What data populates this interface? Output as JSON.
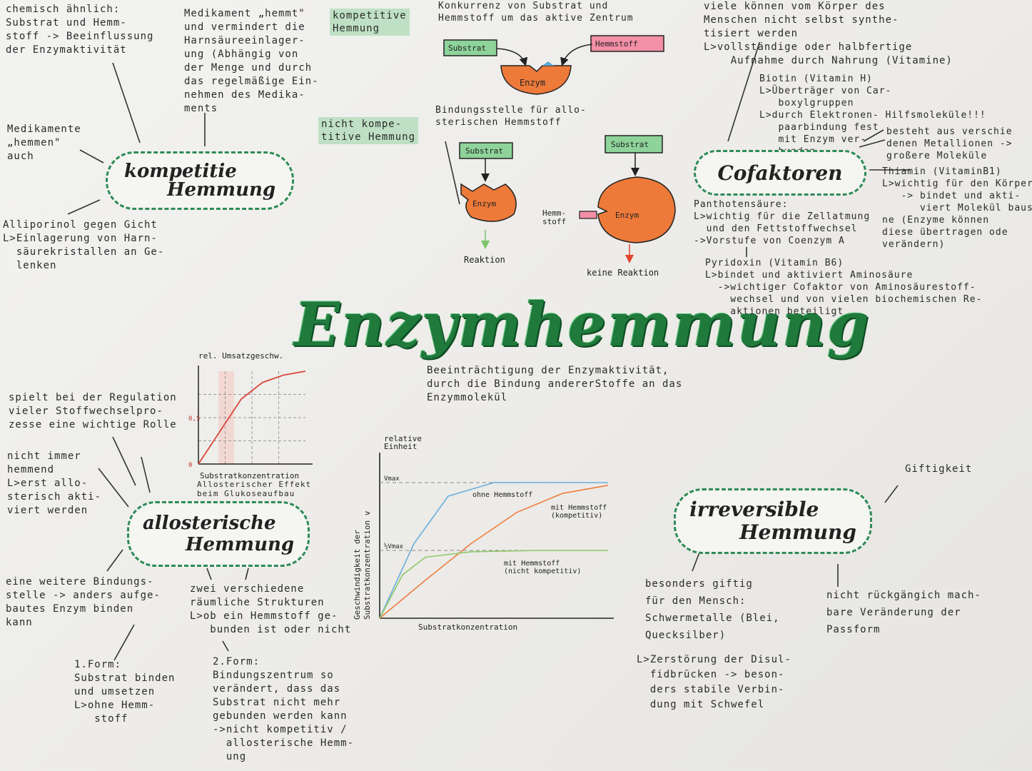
{
  "title": "Enzymhemmung",
  "subtitle": "Beeinträchtigung der Enzymaktivität,\ndurch die Bindung andererStoffe an das\nEnzymmolekül",
  "competitive": {
    "heading1": "kompetitie",
    "heading2": "Hemmung",
    "note_similar": "chemisch ähnlich:\nSubstrat und Hemm-\nstoff -> Beeinflussung\nder Enzymaktivität",
    "note_drug": "Medikament „hemmt\"\nund vermindert die\nHarnsäureeinlager-\nung (Abhängig von\nder Menge und durch\ndas regelmäßige Ein-\nnehmen des Medika-\nments",
    "note_meds": "Medikamente\n„hemmen\"\nauch",
    "note_gout": "Alliporinol gegen Gicht\nL>Einlagerung von Harn-\n  säurekristallen an Ge-\n  lenken",
    "label_comp": "kompetitive\nHemmung",
    "label_noncomp": "nicht kompe-\ntitive Hemmung",
    "competition_text": "Konkurrenz von Substrat und\nHemmstoff um das aktive Zentrum",
    "allo_site_text": "Bindungsstelle für allo-\nsterischen Hemmstoff"
  },
  "diagram": {
    "substrat": "Substrat",
    "hemmstoff": "Hemmstoff",
    "enzym": "Enzym",
    "hemmstoff_split": "Hemm-\nstoff",
    "reaktion": "Reaktion",
    "keine_reaktion": "keine Reaktion"
  },
  "cofactors": {
    "heading": "Cofaktoren",
    "intro": "viele können vom Körper des\nMenschen nicht selbst synthe-\ntisiert werden\nL>vollständige oder halbfertige\n    Aufnahme durch Nahrung (Vitamine)",
    "biotin": "Biotin (Vitamin H)\nL>Überträger von Car-\n   boxylgruppen\nL>durch Elektronen- Hilfsmoleküle!!!\n   paarbindung fest\n   mit Enzym ver-\n   bunden",
    "metal": "besteht aus verschie\ndenen Metallionen ->\ngroßere Moleküle",
    "thiamin": "Thiamin (VitaminB1)\nL>wichtig für den Körper\n   -> bindet und akti-\n      viert Molekül baustei\nne (Enzyme können\ndiese übertragen ode\nverändern)",
    "panto": "Panthotensäure:\nL>wichtig für die Zellatmung\n  und den Fettstoffwechsel\n->Vorstufe von Coenzym A",
    "pyridoxin": "Pyridoxin (Vitamin B6)\nL>bindet und aktiviert Aminosäure\n  ->wichtiger Cofaktor von Aminosäurestoff-\n    wechsel und von vielen biochemischen Re-\n    aktionen beteiligt"
  },
  "allosteric": {
    "heading1": "allosterische",
    "heading2": "Hemmung",
    "note_reg": "spielt bei der Regulation\nvieler Stoffwechselpro-\nzesse eine wichtige Rolle",
    "note_not": "nicht immer\nhemmend\nL>erst allo-\nsterisch akti-\nviert werden",
    "note_site": "eine weitere Bindungs-\nstelle -> anders aufge-\nbautes Enzym binden\nkann",
    "note_two": "zwei verschiedene\nräumliche Strukturen\nL>ob ein Hemmstoff ge-\n   bunden ist oder nicht",
    "form1": "1.Form:\nSubstrat binden\nund umsetzen\nL>ohne Hemm-\n   stoff",
    "form2": "2.Form:\nBindungszentrum so\nverändert, dass das\nSubstrat nicht mehr\ngebunden werden kann\n->nicht kompetitiv /\n  allosterische Hemm-\n  ung"
  },
  "irreversible": {
    "heading1": "irreversible",
    "heading2": "Hemmung",
    "note_poison": "Giftigkeit",
    "note_toxic": "besonders giftig\nfür den Mensch:\nSchwermetalle (Blei,\nQuecksilber)",
    "note_destroy": "L>Zerstörung der Disul-\n  fidbrücken -> beson-\n  ders stabile Verbin-\n  dung mit Schwefel",
    "note_irrev": "nicht rückgängich mach-\nbare Veränderung der\nPassform"
  },
  "chart_data": [
    {
      "type": "line",
      "title": "",
      "ylabel": "rel. Umsatzgeschw.",
      "xlabel": "Substratkonzentration",
      "caption": "Allosterischer Effekt\nbeim Glukoseaufbau",
      "ytick_labels": [
        "0",
        "0,5"
      ],
      "series": [
        {
          "x": [
            0,
            0.2,
            0.4,
            0.6,
            0.8,
            1.0
          ],
          "values": [
            0,
            0.35,
            0.7,
            0.88,
            0.96,
            1.0
          ]
        }
      ],
      "grid": true,
      "colors": [
        "#d9463a"
      ]
    },
    {
      "type": "line",
      "title": "",
      "ylabel": "Geschwindigkeit der\nSubstratkonzentration v",
      "yunit": "relative\nEinheit",
      "xlabel": "Substratkonzentration",
      "ytick_labels": [
        "Vmax",
        "½Vmax"
      ],
      "series": [
        {
          "name": "ohne Hemmstoff",
          "x": [
            0,
            0.15,
            0.3,
            0.5,
            0.7,
            1.0
          ],
          "values": [
            0,
            0.55,
            0.9,
            1.0,
            1.0,
            1.0
          ],
          "color": "#6aaedc"
        },
        {
          "name": "mit Hemmstoff (kompetitiv)",
          "x": [
            0,
            0.2,
            0.4,
            0.6,
            0.8,
            1.0
          ],
          "values": [
            0,
            0.28,
            0.55,
            0.78,
            0.92,
            0.98
          ],
          "color": "#ef7f3f"
        },
        {
          "name": "mit Hemmstoff (nicht kompetitiv)",
          "x": [
            0,
            0.1,
            0.2,
            0.4,
            0.7,
            1.0
          ],
          "values": [
            0,
            0.32,
            0.45,
            0.49,
            0.5,
            0.5
          ],
          "color": "#8ec86a"
        }
      ],
      "grid": false
    }
  ]
}
